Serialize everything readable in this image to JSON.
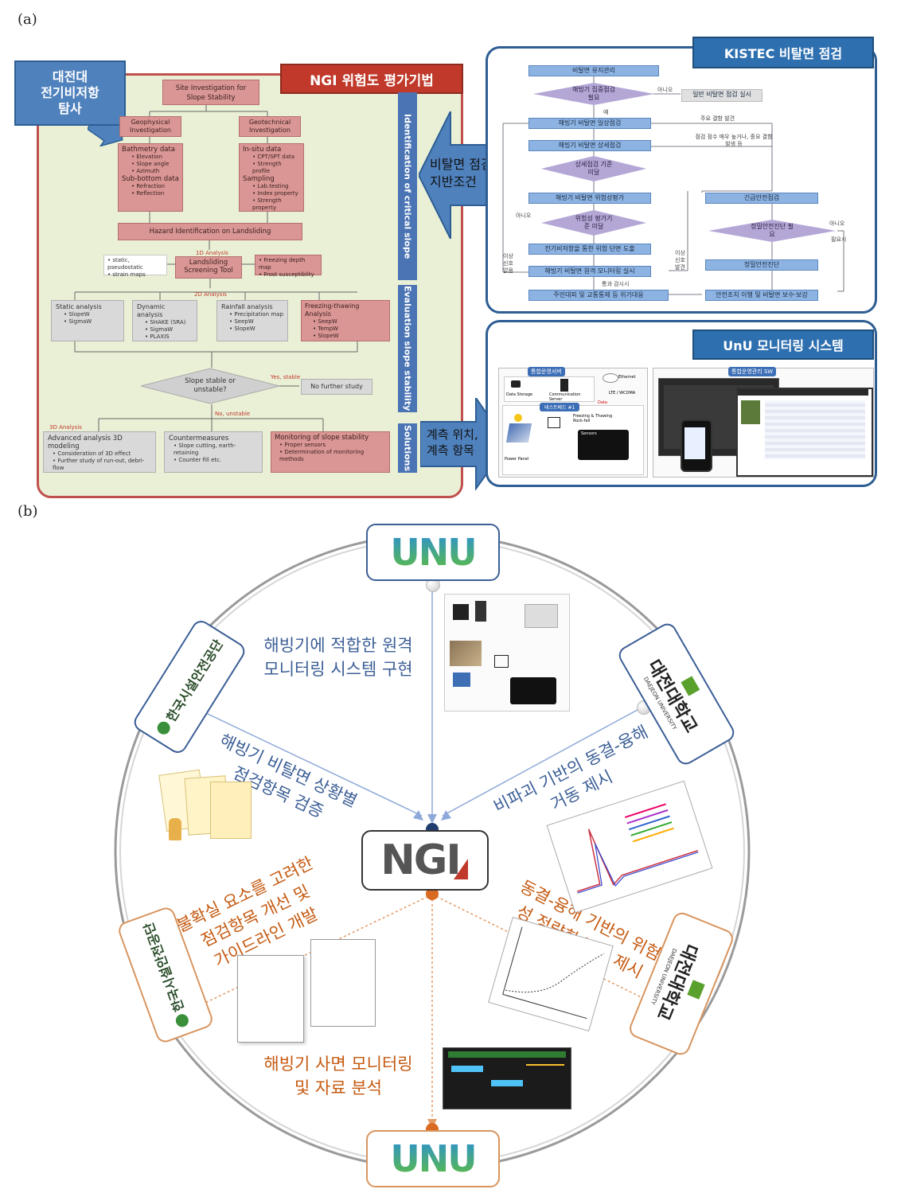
{
  "panel_a": {
    "label": "(a)",
    "ngi": {
      "title": "NGI 위험도 평가기법",
      "daejeon_callout": "대전대\n전기비저항\n탐사",
      "site_investigation": "Site Investigation for Slope Stability",
      "geophysical": "Geophysical Investigation",
      "geotechnical": "Geotechnical Investigation",
      "bathymetry": "Bathmetry data",
      "bathymetry_items": [
        "Elevation",
        "Slope angle",
        "Azimuth"
      ],
      "subbottom": "Sub-bottom data",
      "subbottom_items": [
        "Refraction",
        "Reflection"
      ],
      "insitu": "In-situ data",
      "insitu_items": [
        "CPT/SPT data",
        "Strength profile"
      ],
      "sampling": "Sampling",
      "sampling_items": [
        "Lab.testing",
        "Index property",
        "Strength property"
      ],
      "hazard": "Hazard Identification on Landsliding",
      "analysis_1d": "1D Analysis",
      "screening": "Landsliding Screening Tool",
      "static_maps": [
        "static, pseudostatic",
        "strain maps"
      ],
      "freezing_maps": [
        "Freezing depth map",
        "Frost susceptiblity"
      ],
      "analysis_2d": "2D Analysis",
      "static_analysis": "Static analysis",
      "static_items": [
        "SlopeW",
        "SigmaW"
      ],
      "dynamic_analysis": "Dynamic analysis",
      "dynamic_items": [
        "SHAKE (SRA)",
        "SigmaW",
        "PLAXIS"
      ],
      "rainfall_analysis": "Rainfall analysis",
      "rainfall_items": [
        "Precipitation map",
        "SeepW",
        "SlopeW"
      ],
      "freezing_analysis": "Freezing-thawing Analysis",
      "freezing_items": [
        "SeepW",
        "TempW",
        "SlopeW"
      ],
      "decision": "Slope stable or unstable?",
      "yes_stable": "Yes, stable",
      "no_further": "No further study",
      "no_unstable": "No, unstable",
      "analysis_3d": "3D Analysis",
      "advanced": "Advanced analysis 3D modeling",
      "advanced_items": [
        "Consideration of 3D effect",
        "Further study of run-out, debri-flow"
      ],
      "countermeasures": "Countermeasures",
      "countermeasures_items": [
        "Slope cutting, earth-retaining",
        "Counter fill etc."
      ],
      "monitoring": "Monitoring of slope stability",
      "monitoring_items": [
        "Proper sensors",
        "Determination of monitoring methods"
      ],
      "side_identification": "Identification of critical slope",
      "side_evaluation": "Evaluation slope stability",
      "side_solutions": "Solutions"
    },
    "arrow_kistec_text": "비탈면 점검 결과\n지반조건",
    "arrow_unu_text": "계측 위치,\n계측 항목",
    "kistec": {
      "title": "KISTEC 비탈면 점검",
      "step1": "비탈면 유지관리",
      "dia1": "해빙기 집중점검 필요",
      "no1": "아니오",
      "general": "일반 비탈면 점검 실시",
      "yes": "예",
      "step2": "해빙기 비탈면 일상점검",
      "note_major": "주요 결함 발견",
      "step3": "해빙기 비탈면 상세점검",
      "note_risk": "점검 점수 매우 높거나, 중요 결함 발생 등",
      "dia2": "상세점검 기준 미달",
      "step4": "해빙기 비탈면 위험성평가",
      "emergency": "긴급안전점검",
      "no2": "아니오",
      "dia3": "위험성 평가기준 미달",
      "dia4": "정밀안전진단 필요",
      "no3": "아니오",
      "needed": "필요시",
      "step5": "전기비저항을 통한 위험 단면 도출",
      "precise": "정밀안전진단",
      "abnormal_left": "이상 신호 없음",
      "abnormal_right": "이상 신호 발견",
      "step6": "해빙기 비탈면 원격 모니터링 실시",
      "watch": "통과 감시시",
      "step7": "주민대피 및 교통통제 등 위기대응",
      "safety": "안전조치 이행 및 비탈면 보수·보강"
    },
    "unu": {
      "title": "UnU 모니터링 시스템",
      "server": "통합운영서버",
      "sw": "통합운영관리 SW",
      "testbed": "테스트베드 #1",
      "data_storage": "Data Storage",
      "comm_server": "Communication Server",
      "ethernet": "Ethernet",
      "lte": "LTE / WCDMA",
      "data": "Data",
      "freezing": "Freezing & Thawing Rock-fall",
      "power_panel": "Power Panel",
      "sensors": "Sensors"
    }
  },
  "panel_b": {
    "label": "(b)",
    "unu_logo": "UNU",
    "ngi_logo": "NGI",
    "kistec_name": "한국시설안전공단",
    "daejeon_name": "대전대학교",
    "daejeon_en": "DAEJEON UNIVERSITY",
    "text_unu_remote": "해빙기에 적합한 원격\n모니터링 시스템 구현",
    "text_kistec_check": "해빙기 비탈면 상황별\n점검항목 검증",
    "text_daejeon_freeze": "비파괴 기반의 동결-융해\n거동 제시",
    "text_kistec_guide": "불확실 요소를 고려한\n점검항목 개선 및\n가이드라인 개발",
    "text_daejeon_risk": "동결-융해 기반의 위험\n성 정량화 방안 제시",
    "text_unu_analysis": "해빙기 사면 모니터링\n및 자료 분석"
  },
  "colors": {
    "ngi_red": "#c0392b",
    "kistec_blue": "#2e6fb0",
    "pink_box": "#d99694",
    "green_bg": "#eaf0d6",
    "orange": "#c55a11",
    "navy": "#1f3d6e"
  }
}
